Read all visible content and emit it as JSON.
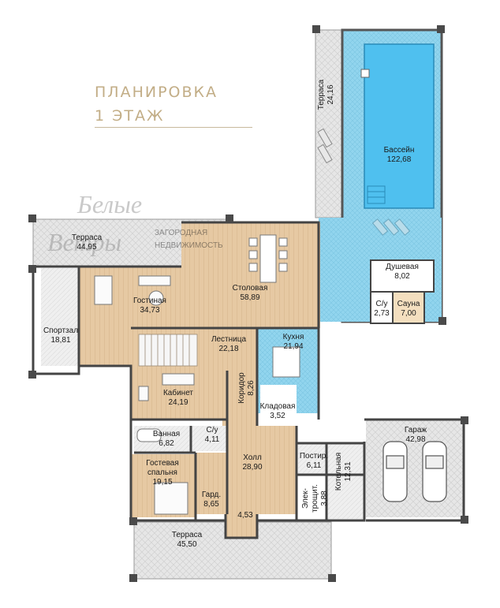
{
  "header": {
    "line1": "ПЛАНИРОВКА",
    "line2": "1 ЭТАЖ"
  },
  "watermark": {
    "logo_top": "Белые",
    "logo_bottom": "Ветры",
    "subtitle_1": "ЗАГОРОДНАЯ",
    "subtitle_2": "НЕДВИЖИМОСТЬ"
  },
  "colors": {
    "wood": "#e6c9a3",
    "pool": "#8fd3ec",
    "pool_water": "#5ec6ef",
    "terrace": "#e4e4e4",
    "wall": "#4a4a4a",
    "title": "#c2ad86"
  },
  "rooms": [
    {
      "id": "terrace-right",
      "name": "Терраса",
      "area": "24,16"
    },
    {
      "id": "pool",
      "name": "Бассейн",
      "area": "122,68"
    },
    {
      "id": "terrace-left",
      "name": "Терраса",
      "area": "44,95"
    },
    {
      "id": "shower",
      "name": "Душевая",
      "area": "8,02"
    },
    {
      "id": "living",
      "name": "Гостиная",
      "area": "34,73"
    },
    {
      "id": "dining",
      "name": "Столовая",
      "area": "58,89"
    },
    {
      "id": "wc-sauna",
      "name": "С/у",
      "area": "2,73"
    },
    {
      "id": "sauna",
      "name": "Сауна",
      "area": "7,00"
    },
    {
      "id": "gym",
      "name": "Спортзал",
      "area": "18,81"
    },
    {
      "id": "stairs",
      "name": "Лестница",
      "area": "22,18"
    },
    {
      "id": "kitchen",
      "name": "Кухня",
      "area": "21,94"
    },
    {
      "id": "cabinet",
      "name": "Кабинет",
      "area": "24,19"
    },
    {
      "id": "corridor",
      "name": "Коридор",
      "area": "8,26"
    },
    {
      "id": "pantry",
      "name": "Кладовая",
      "area": "3,52"
    },
    {
      "id": "garage",
      "name": "Гараж",
      "area": "42,98"
    },
    {
      "id": "bathroom",
      "name": "Ванная",
      "area": "6,82"
    },
    {
      "id": "wc",
      "name": "С/у",
      "area": "4,11"
    },
    {
      "id": "hall",
      "name": "Холл",
      "area": "28,90"
    },
    {
      "id": "laundry",
      "name": "Постир.",
      "area": "6,11"
    },
    {
      "id": "guest",
      "name": "Гостевая спальня",
      "area": "19,15"
    },
    {
      "id": "boiler",
      "name": "Котельная",
      "area": "12,31"
    },
    {
      "id": "electric",
      "name": "Элек-трощит.",
      "area": "3,88"
    },
    {
      "id": "wardrobe",
      "name": "Гард.",
      "area": "8,65"
    },
    {
      "id": "vestibule",
      "name": "",
      "area": "4,53"
    },
    {
      "id": "terrace-bottom",
      "name": "Терраса",
      "area": "45,50"
    }
  ]
}
